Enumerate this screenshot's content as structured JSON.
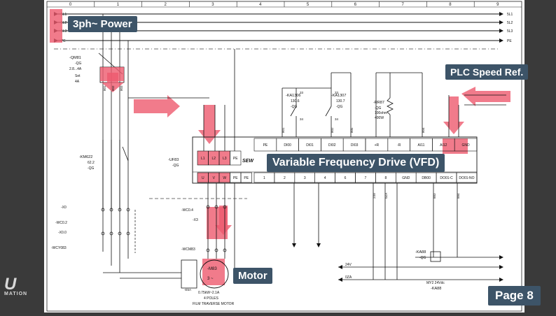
{
  "labels": {
    "power": "3ph~ Power",
    "plc": "PLC Speed Ref.",
    "vfd": "Variable Frequency Drive (VFD)",
    "motor": "Motor",
    "page": "Page 8"
  },
  "logo": {
    "mark": "U",
    "text": "MATION"
  },
  "grid": {
    "columns": [
      "0",
      "1",
      "2",
      "3",
      "4",
      "5",
      "6",
      "7",
      "8",
      "9"
    ]
  },
  "buses": [
    {
      "name": "5L1"
    },
    {
      "name": "5L2"
    },
    {
      "name": "5L3"
    },
    {
      "name": "PE"
    }
  ],
  "protection": {
    "tag": "-QM81",
    "sub1": "-QG",
    "range": "2.8...4A",
    "set_label": "Set",
    "set_value": "4A"
  },
  "contactor": {
    "tag": "-KM622",
    "line1": "62.2",
    "line2": "-QG"
  },
  "relays": [
    {
      "tag": "-KA1306",
      "l1": "130.6",
      "l2": "-QG",
      "pin_top": "33",
      "pin_bottom": "34"
    },
    {
      "tag": "-KA1307",
      "l1": "130.7",
      "l2": "-QG",
      "pin_top": "33",
      "pin_bottom": "34"
    }
  ],
  "resistor": {
    "tag": "-RR87",
    "l1": "-QG",
    "l2": "100ohm",
    "l3": "400W"
  },
  "vfd": {
    "tag": "-UF83",
    "sub": "-QG",
    "brand": "SEW",
    "input_terminals": [
      "L1",
      "L2",
      "L3",
      "PE"
    ],
    "output_terminals": [
      "U",
      "V",
      "W",
      "PE",
      "PE"
    ],
    "top_terminals": [
      "PE",
      "DI00",
      "DI01",
      "DI02",
      "DI03",
      "+R",
      "-R",
      "AI11",
      "AI12",
      "GND"
    ],
    "bottom_terminals": [
      "1",
      "2",
      "3",
      "4",
      "6",
      "7",
      "8",
      "GND",
      "DB00",
      "DO01-C",
      "DO01-NO"
    ]
  },
  "wires": {
    "w1": "801",
    "w2": "802",
    "w3": "803",
    "w4": "805",
    "w5": "804",
    "w6": "24V",
    "w7": "0ZA",
    "w8": "883",
    "w9": "884"
  },
  "terminal_labels": {
    "x0": "-X0",
    "wc02": "-WC0.2",
    "x00": "-X0.0",
    "wcy": "-WCY083",
    "wc04": "-WC0.4",
    "wcm": "-WCM83",
    "x3": "-X3"
  },
  "relay_coil": {
    "tag": "-KA88",
    "sub": "-QG",
    "note": "MY2 24Vdc",
    "tag2": "-KA88"
  },
  "motor": {
    "tag": "-M83",
    "phase": "3 ~",
    "rating": "0.75kW~2.1A",
    "poles": "4 POLES",
    "name": "FILM TRAVERSE MOTOR",
    "brake": "-E5A"
  },
  "colors": {
    "highlight": "#ee5a6e",
    "label_bg": "#3d5468",
    "line": "#111111",
    "dashed": "#444444"
  }
}
